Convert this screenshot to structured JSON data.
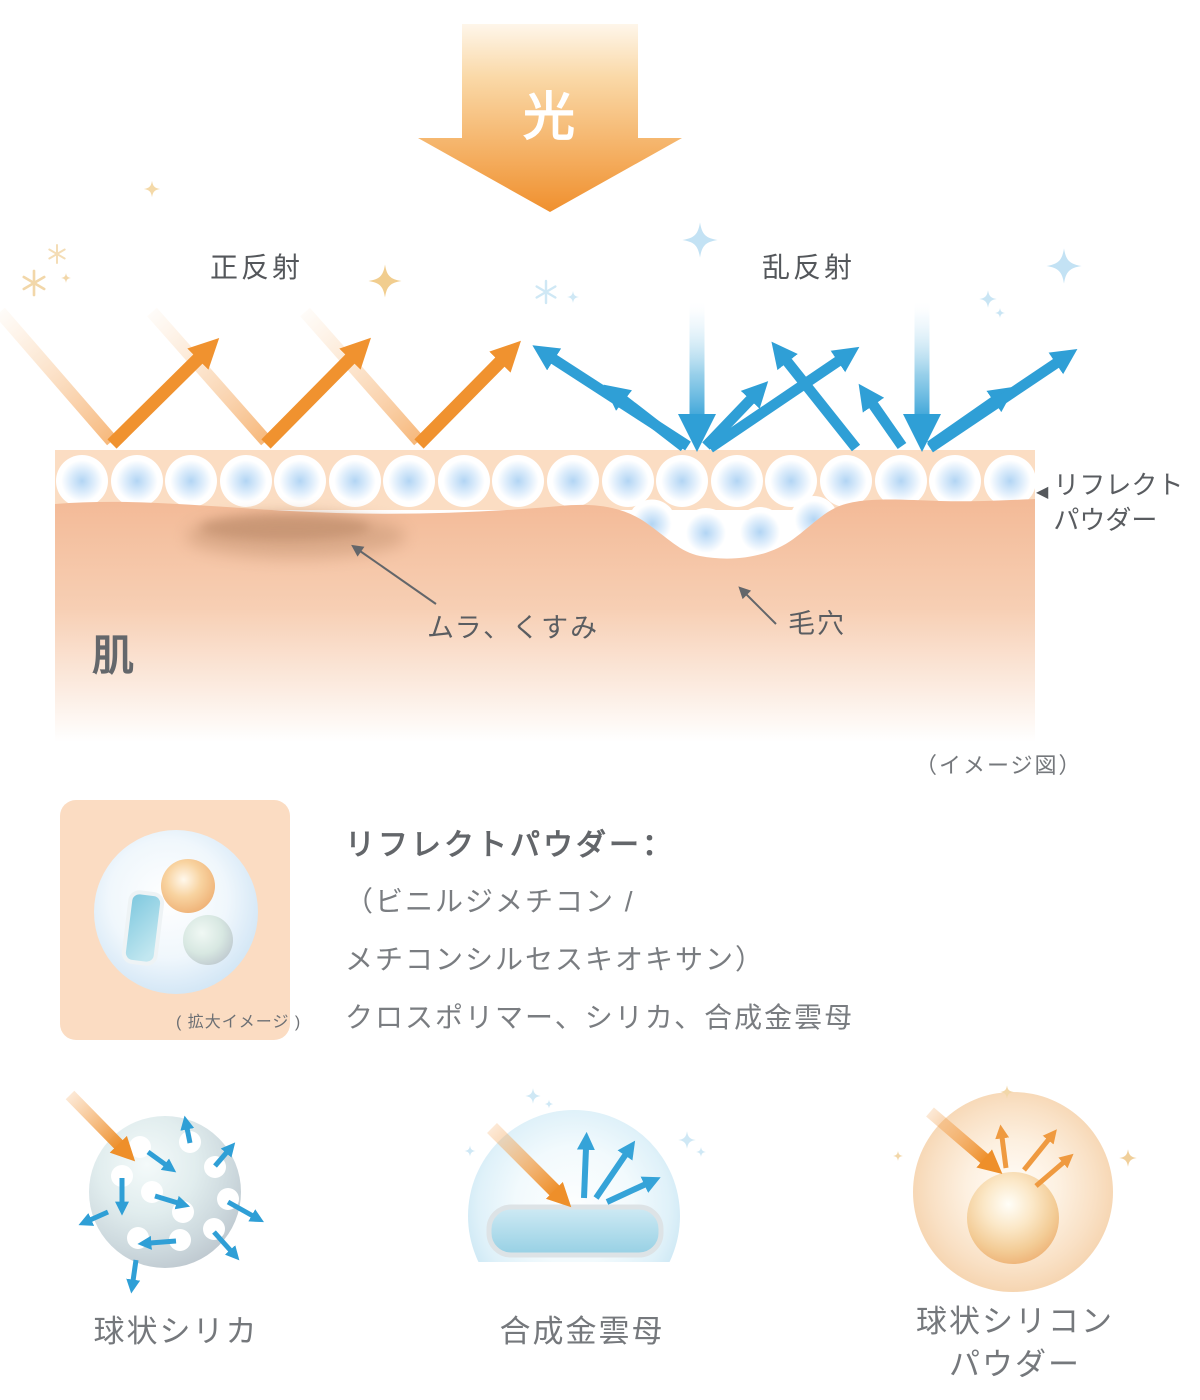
{
  "light": {
    "label": "光"
  },
  "reflections": {
    "specular": "正反射",
    "diffuse": "乱反射"
  },
  "layers": {
    "powder_marker": "◀",
    "powder_line1": "リフレクト",
    "powder_line2": "パウダー",
    "unevenness": "ムラ、くすみ",
    "pore": "毛穴",
    "skin": "肌",
    "caption": "（イメージ図）"
  },
  "powder_info": {
    "heading": "リフレクトパウダー：",
    "line1": "（ビニルジメチコン /",
    "line2": "メチコンシルセスキオキサン）",
    "line3": "クロスポリマー、シリカ、合成金雲母",
    "panel_caption": "( 拡大イメージ )"
  },
  "ingredients": {
    "silica": "球状シリカ",
    "mica": "合成金雲母",
    "silicone_line1": "球状シリコン",
    "silicone_line2": "パウダー"
  },
  "colors": {
    "orange": "#f0922f",
    "blue": "#2f9fd6",
    "powder_band": "#fbddc3",
    "skin_top": "#f3ba97",
    "text_dark": "#55585c",
    "text_gray": "#76797c"
  }
}
